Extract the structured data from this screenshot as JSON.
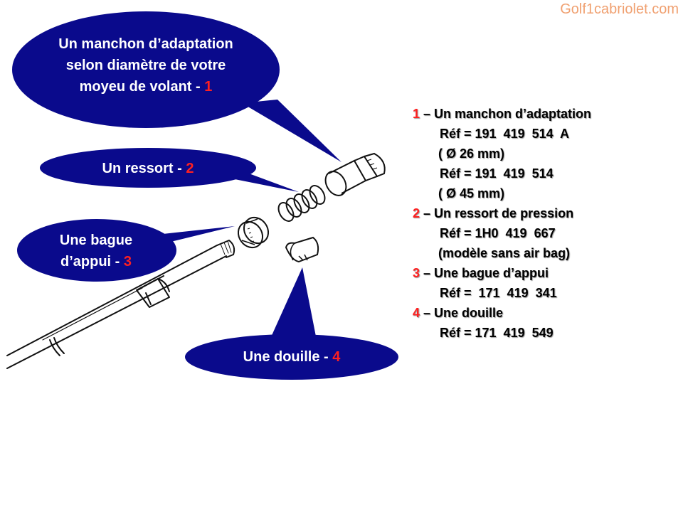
{
  "watermark": "Golf1cabriolet.com",
  "callouts": {
    "manchon": {
      "text": "Un manchon d’adaptation selon diamètre de votre moyeu de volant - ",
      "num": "1"
    },
    "ressort": {
      "text": "Un ressort - ",
      "num": "2"
    },
    "bague": {
      "text": "Une bague d’appui - ",
      "num": "3"
    },
    "douille": {
      "text": "Une douille - ",
      "num": "4"
    }
  },
  "references": [
    {
      "num": "1",
      "title": " – Un manchon d’adaptation"
    },
    {
      "line": "Réf = 191  419  514  A"
    },
    {
      "line": "( Ø 26 mm)"
    },
    {
      "line": "Réf = 191  419  514"
    },
    {
      "line": "( Ø 45 mm)"
    },
    {
      "num": "2",
      "title": " – Un ressort de pression"
    },
    {
      "line": "Réf = 1H0  419  667"
    },
    {
      "line": "(modèle sans air bag)"
    },
    {
      "num": "3",
      "title": " – Une bague d’appui"
    },
    {
      "line": "Réf =  171  419  341"
    },
    {
      "num": "4",
      "title": " – Une douille"
    },
    {
      "line": "Réf = 171  419  549"
    }
  ],
  "colors": {
    "bubble": "#0a0a8c",
    "number": "#ff2020",
    "watermark": "#f0a070"
  }
}
